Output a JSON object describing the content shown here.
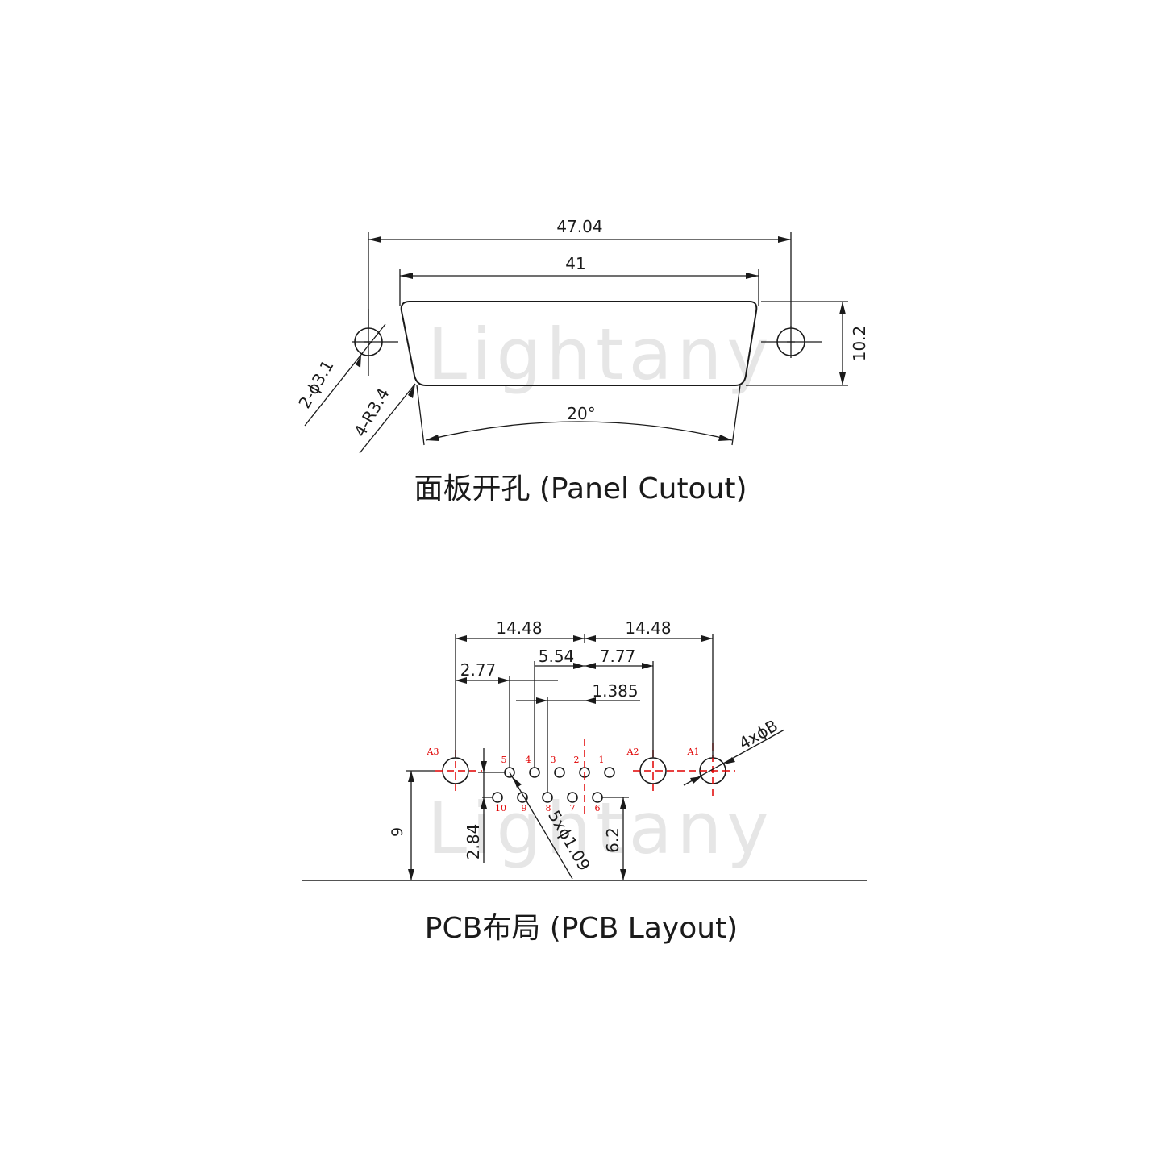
{
  "watermark": "Lightany",
  "panel_cutout": {
    "caption": "面板开孔 (Panel Cutout)",
    "dim_overall_width": "47.04",
    "dim_body_width": "41",
    "dim_height": "10.2",
    "dim_angle": "20°",
    "dim_hole_dia": "2-ϕ3.1",
    "dim_corner_radius": "4-R3.4"
  },
  "pcb_layout": {
    "caption": "PCB布局 (PCB Layout)",
    "dim_left_span": "14.48",
    "dim_right_span": "14.48",
    "dim_2_77": "2.77",
    "dim_5_54": "5.54",
    "dim_7_77": "7.77",
    "dim_1_385": "1.385",
    "dim_4xB": "4xϕB",
    "dim_9": "9",
    "dim_2_84": "2.84",
    "dim_5x109": "5xϕ1.09",
    "dim_6_2": "6.2",
    "mount_labels": [
      "A3",
      "A2",
      "A1"
    ],
    "pin_labels_top": [
      "5",
      "4",
      "3",
      "2",
      "1"
    ],
    "pin_labels_bottom": [
      "10",
      "9",
      "8",
      "7",
      "6"
    ]
  }
}
